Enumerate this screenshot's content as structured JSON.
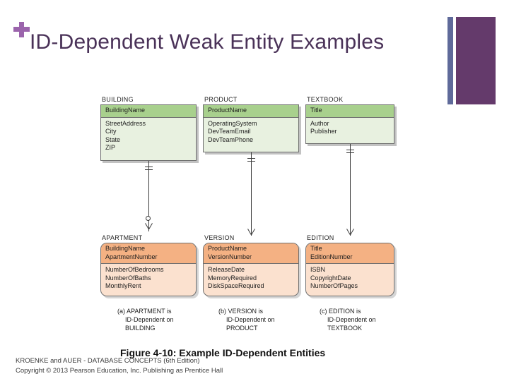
{
  "slide": {
    "title": "ID-Dependent Weak Entity Examples",
    "bullet_icon": "plus-icon",
    "accent_purple": "#643a6b",
    "accent_slate": "#5f6a9a",
    "title_color": "#4a3258",
    "strong_entity_fill": "#e8f1e0",
    "strong_entity_key_fill": "#a8d08d",
    "weak_entity_fill": "#fbe1cf",
    "weak_entity_key_fill": "#f4b183"
  },
  "figure": {
    "caption": "Figure 4-10:  Example ID-Dependent Entities",
    "strong_entities": [
      {
        "name": "BUILDING",
        "key_attributes": [
          "BuildingName"
        ],
        "attributes": [
          "StreetAddress",
          "City",
          "State",
          "ZIP"
        ]
      },
      {
        "name": "PRODUCT",
        "key_attributes": [
          "ProductName"
        ],
        "attributes": [
          "OperatingSystem",
          "DevTeamEmail",
          "DevTeamPhone"
        ]
      },
      {
        "name": "TEXTBOOK",
        "key_attributes": [
          "Title"
        ],
        "attributes": [
          "Author",
          "Publisher"
        ]
      }
    ],
    "weak_entities": [
      {
        "name": "APARTMENT",
        "key_attributes": [
          "BuildingName",
          "ApartmentNumber"
        ],
        "attributes": [
          "NumberOfBedrooms",
          "NumberOfBaths",
          "MonthlyRent"
        ]
      },
      {
        "name": "VERSION",
        "key_attributes": [
          "ProductName",
          "VersionNumber"
        ],
        "attributes": [
          "ReleaseDate",
          "MemoryRequired",
          "DiskSpaceRequired"
        ]
      },
      {
        "name": "EDITION",
        "key_attributes": [
          "Title",
          "EditionNumber"
        ],
        "attributes": [
          "ISBN",
          "CopyrightDate",
          "NumberOfPages"
        ]
      }
    ],
    "relationships": [
      {
        "parent": "BUILDING",
        "child": "APARTMENT",
        "parent_cardinality": "one-mandatory",
        "child_cardinality": "many-optional"
      },
      {
        "parent": "PRODUCT",
        "child": "VERSION",
        "parent_cardinality": "one-mandatory",
        "child_cardinality": "many-mandatory"
      },
      {
        "parent": "TEXTBOOK",
        "child": "EDITION",
        "parent_cardinality": "one-mandatory",
        "child_cardinality": "many-mandatory"
      }
    ],
    "sub_captions": [
      {
        "label": "(a) APARTMENT is",
        "line2": "ID-Dependent on",
        "line3": "BUILDING"
      },
      {
        "label": "(b) VERSION is",
        "line2": "ID-Dependent on",
        "line3": "PRODUCT"
      },
      {
        "label": "(c) EDITION is",
        "line2": "ID-Dependent on",
        "line3": "TEXTBOOK"
      }
    ]
  },
  "footer": {
    "line1": "KROENKE and AUER -  DATABASE CONCEPTS (6th Edition)",
    "line2": "Copyright © 2013 Pearson Education, Inc. Publishing as Prentice Hall"
  }
}
